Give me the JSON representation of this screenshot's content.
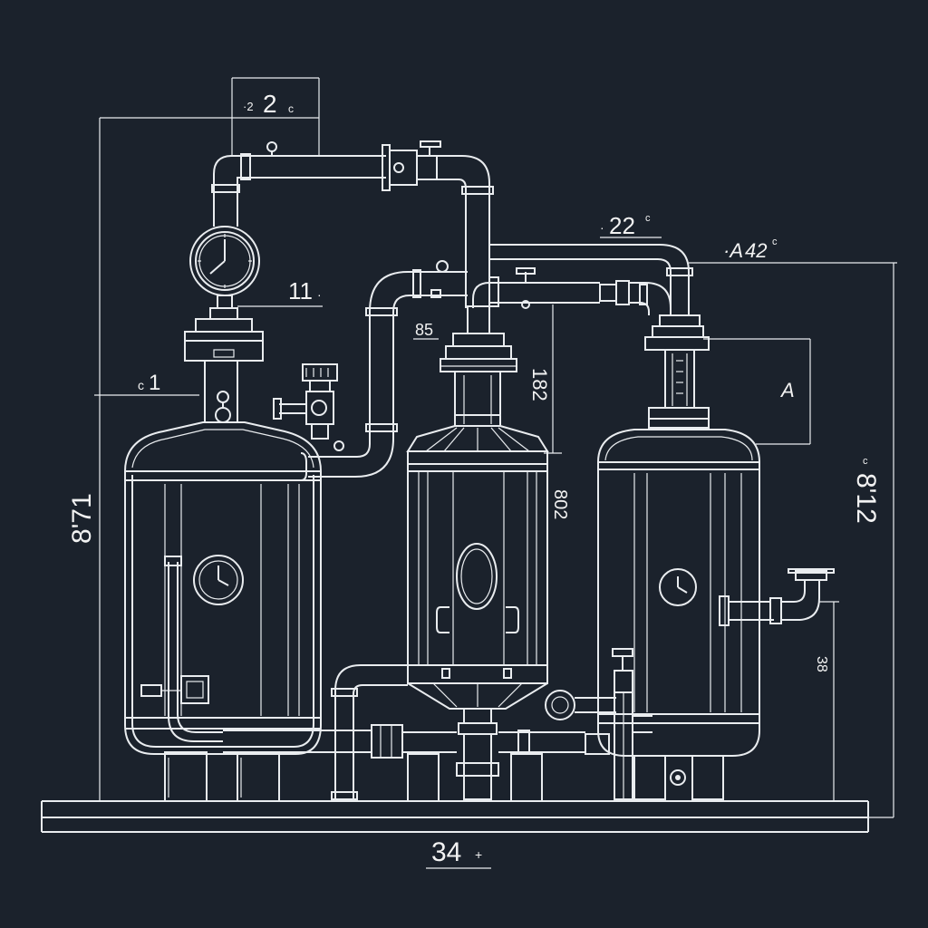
{
  "diagram": {
    "subject": "three-vessel piping schematic",
    "line_color": "#e9ecef",
    "background": "#1b222c",
    "dimensions": {
      "top_2": "2",
      "top_2_small": "·2",
      "top_2_c": "c",
      "label_11": "11",
      "label_11_small": "·",
      "left_1": "1",
      "left_1_prefix": "c",
      "left_vertical": "8'71",
      "label_85": "85",
      "label_182": "182",
      "label_802": "802",
      "label_22": "22",
      "label_22_prefix": "·",
      "label_22_suffix": "c",
      "label_42": "42",
      "label_42_prefix": "·A",
      "label_42_suffix": "c",
      "label_A": "A",
      "right_vertical": "8'12",
      "right_small": "c",
      "label_38": "38",
      "bottom_34": "34",
      "bottom_34_plus": "+"
    },
    "components": [
      "left-tank",
      "middle-vessel",
      "right-tank",
      "pressure-gauge",
      "valves",
      "pipes",
      "base-platform"
    ]
  }
}
